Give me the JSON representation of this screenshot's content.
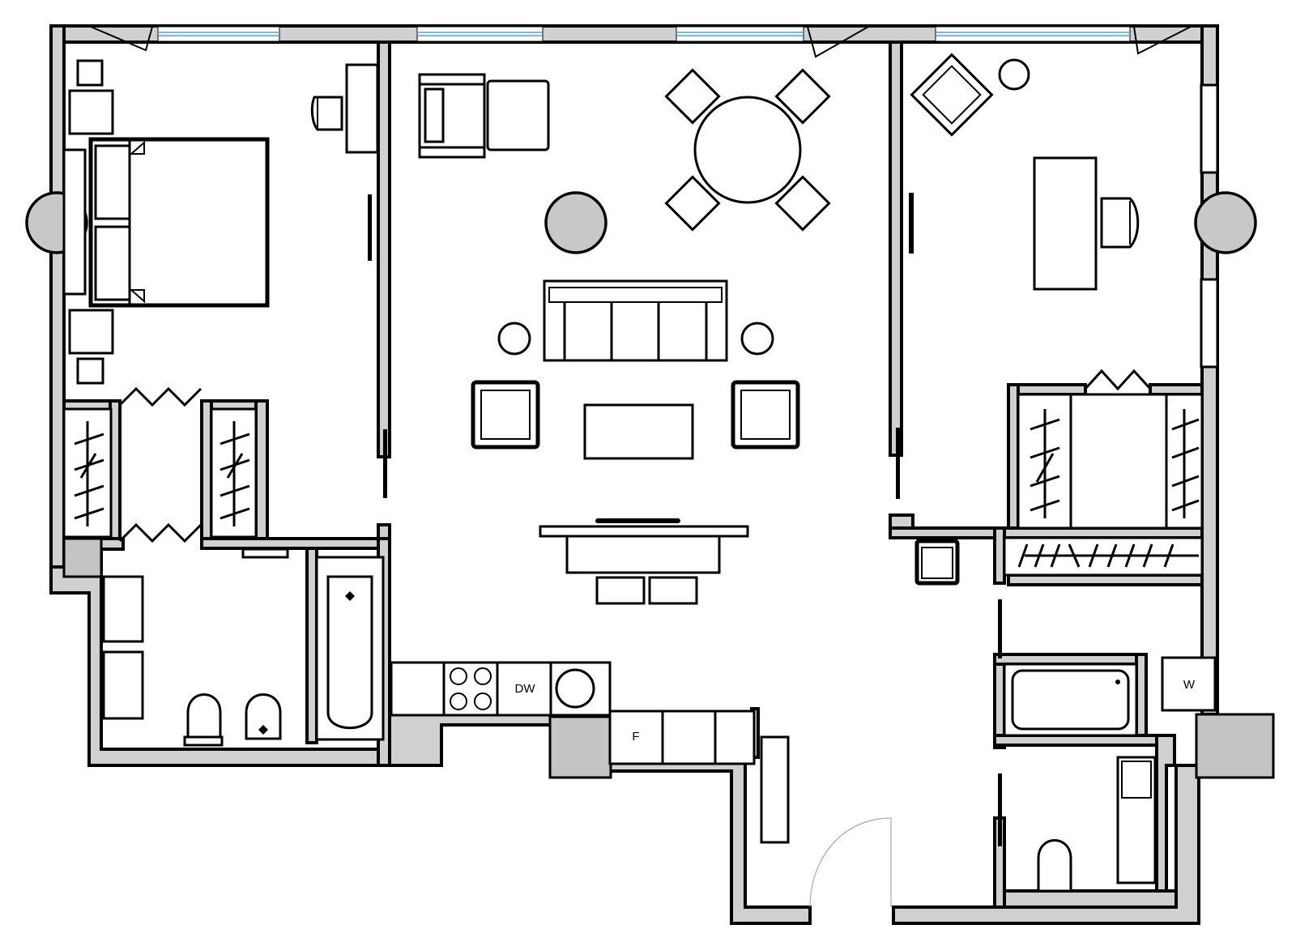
{
  "labels": {
    "dishwasher": "DW",
    "fridge": "F",
    "washer": "W"
  },
  "colors": {
    "wall_fill": "#d0d0d0",
    "column_fill": "#c8c8c8",
    "window_glass": "#4aa3df",
    "line": "#000000",
    "background": "#ffffff"
  }
}
